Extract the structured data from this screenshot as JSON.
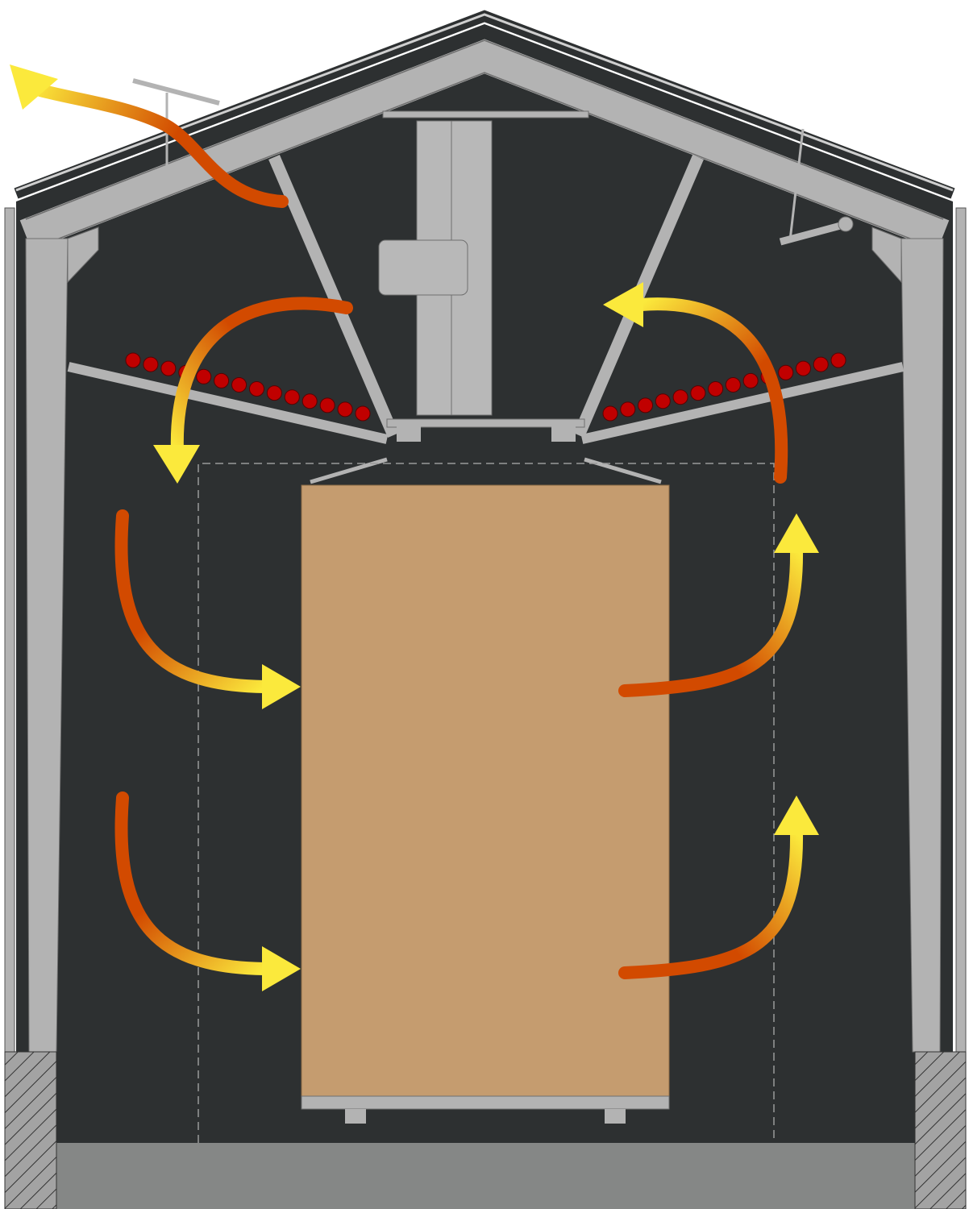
{
  "diagram": {
    "colors": {
      "interior": "#2d3031",
      "steel": "#b3b3b3",
      "steel_outline": "#6f6f6f",
      "stack": "#c59c6f",
      "floor": "#858786",
      "foundation": "#9a9a9a",
      "heater": "#c00000",
      "arrow_hot": "#d24a00",
      "arrow_cool": "#fbe93c"
    },
    "icons": [
      "airflow-arrow",
      "heater-pipe",
      "fan",
      "motor",
      "vent-damper"
    ]
  }
}
